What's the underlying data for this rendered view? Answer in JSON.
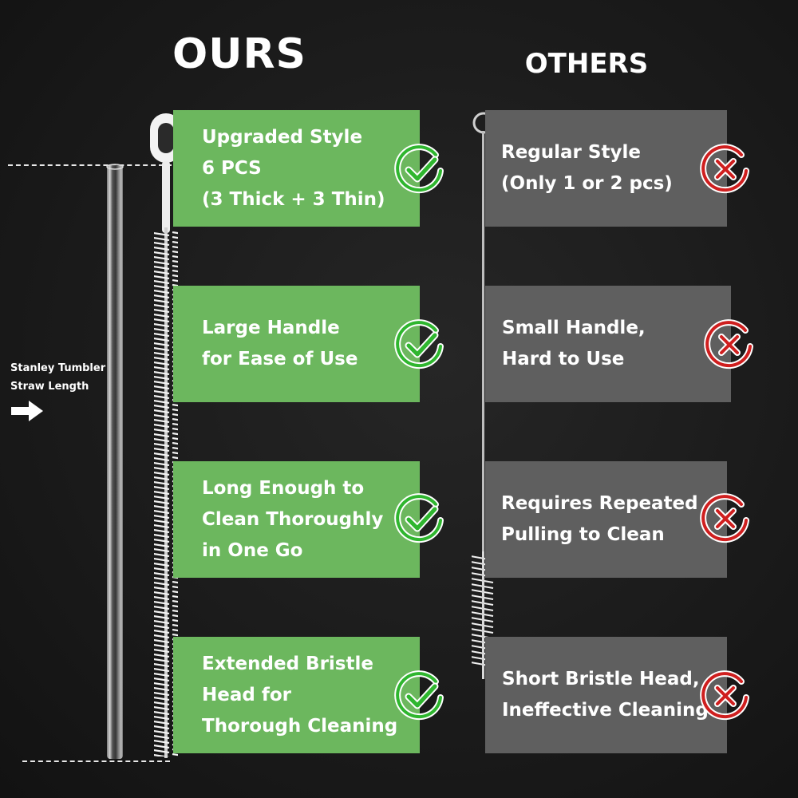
{
  "headers": {
    "ours": "OURS",
    "others": "OTHERS"
  },
  "side_label": "Stanley Tumbler\nStraw Length",
  "ours": [
    {
      "text": "Upgraded Style\n6 PCS\n(3 Thick + 3 Thin)"
    },
    {
      "text": "Large Handle\nfor Ease of Use"
    },
    {
      "text": "Long Enough to\nClean Thoroughly\nin One Go"
    },
    {
      "text": "Extended Bristle\nHead for\nThorough Cleaning"
    }
  ],
  "others": [
    {
      "text": "Regular Style\n(Only 1 or 2 pcs)"
    },
    {
      "text": "Small Handle,\nHard to Use"
    },
    {
      "text": "Requires Repeated\nPulling to Clean"
    },
    {
      "text": "Short Bristle Head,\nIneffective Cleaning"
    }
  ],
  "icons": {
    "ours_badge": "check-circle-icon",
    "others_badge": "x-circle-icon",
    "arrow": "arrow-right-icon"
  },
  "colors": {
    "ours_card": "#6cb75e",
    "others_card": "#5f5f5f",
    "check_green": "#2fb62f",
    "cross_red": "#cf1f1f",
    "background": "#1b1b1b"
  }
}
